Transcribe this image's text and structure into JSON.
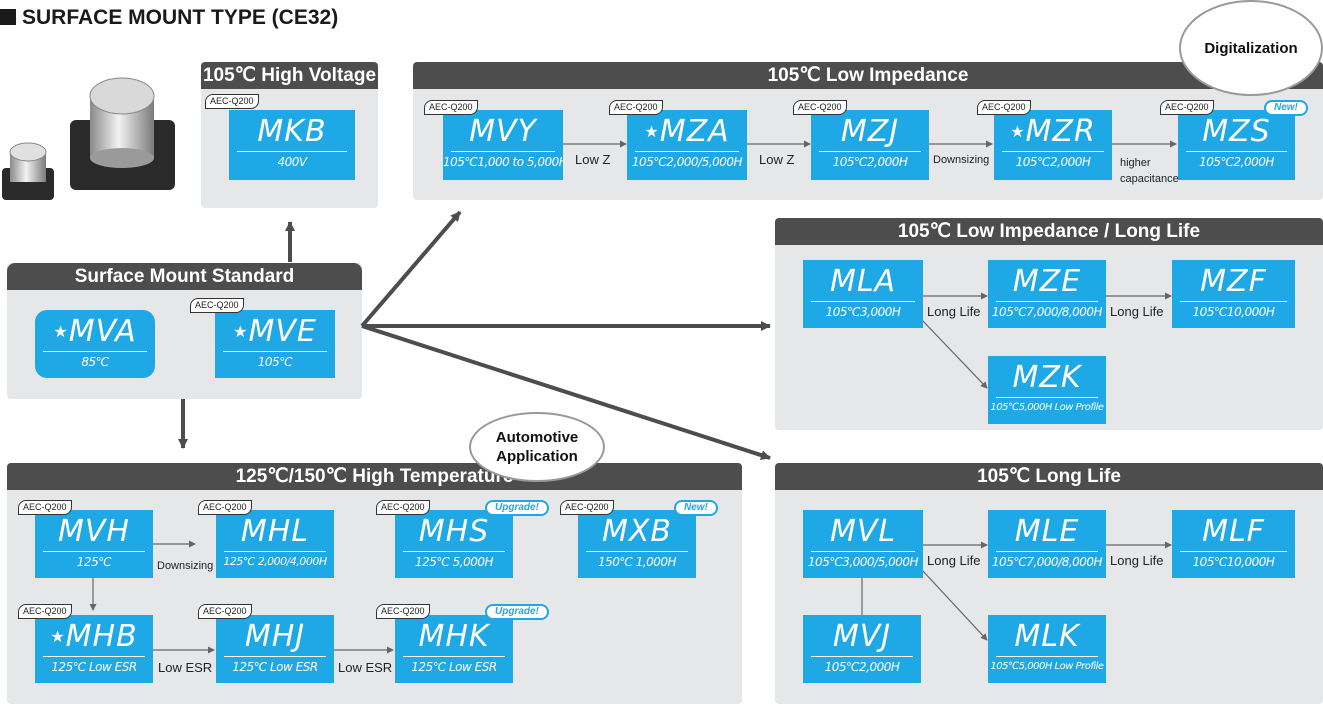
{
  "title": "SURFACE MOUNT TYPE (CE32)",
  "bubbles": {
    "digitalization": "Digitalization",
    "automotive": "Automotive Application"
  },
  "aec": "AEC-Q200",
  "star": "★",
  "panels": {
    "high_voltage": "105℃ High Voltage",
    "low_impedance": "105℃ Low Impedance",
    "low_imp_long_life": "105℃ Low Impedance / Long Life",
    "standard": "Surface Mount Standard",
    "high_temp": "125℃/150℃ High Temperature",
    "long_life": "105℃ Long Life"
  },
  "boxes": {
    "mkb": {
      "name": "MKB",
      "sub": "400V"
    },
    "mvy": {
      "name": "MVY",
      "sub": "105℃1,000 to 5,000H"
    },
    "mza": {
      "name": "MZA",
      "sub": "105℃2,000/5,000H"
    },
    "mzj": {
      "name": "MZJ",
      "sub": "105℃2,000H"
    },
    "mzr": {
      "name": "MZR",
      "sub": "105℃2,000H"
    },
    "mzs": {
      "name": "MZS",
      "sub": "105℃2,000H"
    },
    "mla": {
      "name": "MLA",
      "sub": "105℃3,000H"
    },
    "mze": {
      "name": "MZE",
      "sub": "105℃7,000/8,000H"
    },
    "mzf": {
      "name": "MZF",
      "sub": "105℃10,000H"
    },
    "mzk": {
      "name": "MZK",
      "sub": "105℃5,000H Low Profile"
    },
    "mva": {
      "name": "MVA",
      "sub": "85℃"
    },
    "mve": {
      "name": "MVE",
      "sub": "105℃"
    },
    "mvh": {
      "name": "MVH",
      "sub": "125℃"
    },
    "mhl": {
      "name": "MHL",
      "sub": "125℃ 2,000/4,000H"
    },
    "mhs": {
      "name": "MHS",
      "sub": "125℃ 5,000H"
    },
    "mxb": {
      "name": "MXB",
      "sub": "150℃ 1,000H"
    },
    "mhb": {
      "name": "MHB",
      "sub": "125℃ Low ESR"
    },
    "mhj": {
      "name": "MHJ",
      "sub": "125℃ Low ESR"
    },
    "mhk": {
      "name": "MHK",
      "sub": "125℃ Low ESR"
    },
    "mvl": {
      "name": "MVL",
      "sub": "105℃3,000/5,000H"
    },
    "mle": {
      "name": "MLE",
      "sub": "105℃7,000/8,000H"
    },
    "mlf": {
      "name": "MLF",
      "sub": "105℃10,000H"
    },
    "mvj": {
      "name": "MVJ",
      "sub": "105℃2,000H"
    },
    "mlk": {
      "name": "MLK",
      "sub": "105℃5,000H Low Profile"
    }
  },
  "tags": {
    "new": "New!",
    "upgrade": "Upgrade!"
  },
  "links": {
    "low_z": "Low Z",
    "downsizing": "Downsizing",
    "higher_capacitance": "higher capacitance",
    "long_life": "Long Life",
    "low_esr": "Low ESR"
  },
  "colors": {
    "box": "#1ea9e6",
    "panel": "#e6e7e8",
    "header": "#4d4d4d",
    "arrow": "#4d4d4d"
  }
}
